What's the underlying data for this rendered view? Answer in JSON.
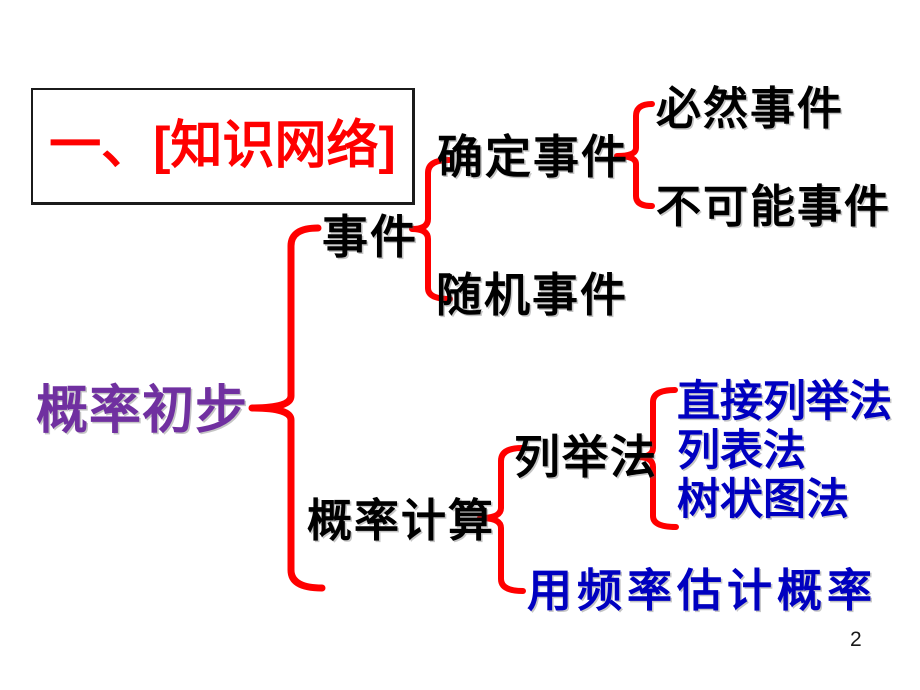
{
  "slide": {
    "title": "一、[知识网络]",
    "page_number": "2",
    "colors": {
      "title_red": "#ff0000",
      "brace_red": "#ff0000",
      "root_purple": "#7030a0",
      "node_black": "#000000",
      "leaf_blue": "#0000c0",
      "background": "#ffffff",
      "title_box_border": "#1b1b1b"
    },
    "diagram": {
      "root": "概率初步",
      "branches": [
        {
          "label": "事件",
          "children": [
            {
              "label": "确定事件",
              "children": [
                {
                  "label": "必然事件"
                },
                {
                  "label": "不可能事件"
                }
              ]
            },
            {
              "label": "随机事件"
            }
          ]
        },
        {
          "label": "概率计算",
          "children": [
            {
              "label": "列举法",
              "children": [
                {
                  "label": "直接列举法"
                },
                {
                  "label": "列表法"
                },
                {
                  "label": "树状图法"
                }
              ]
            },
            {
              "label": "用频率估计概率"
            }
          ]
        }
      ]
    }
  }
}
